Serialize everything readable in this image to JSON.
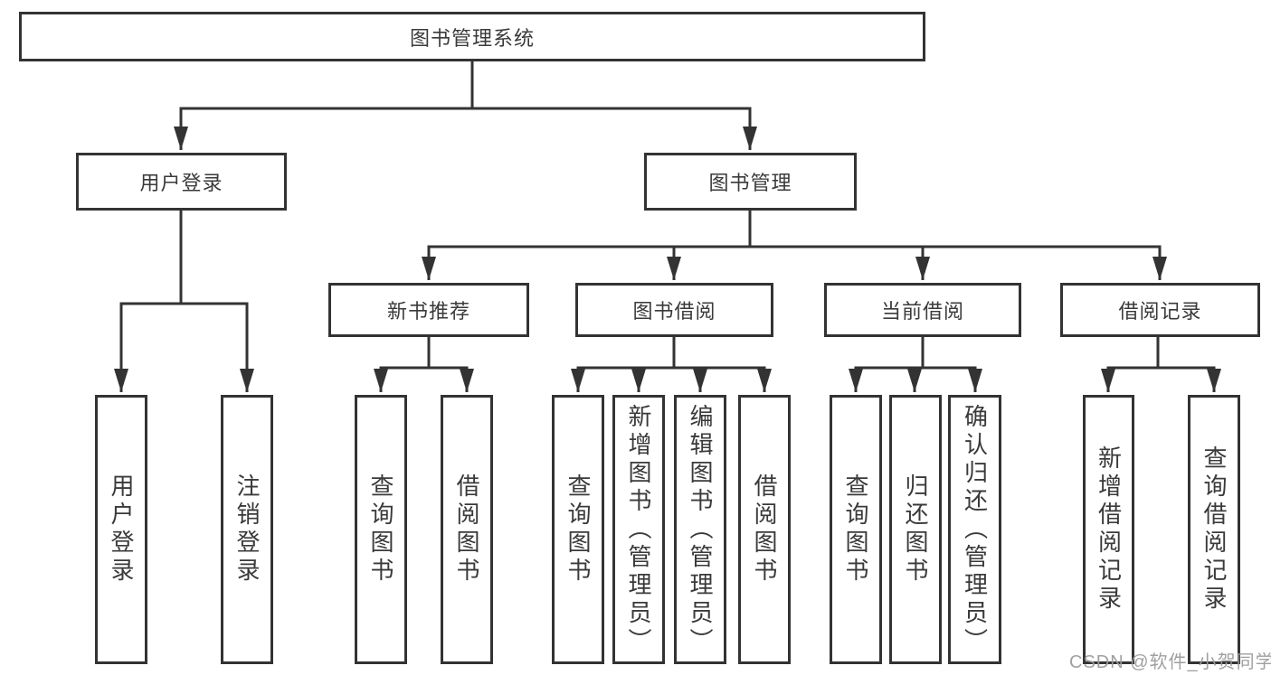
{
  "colors": {
    "line": "#333333",
    "text": "#3a3a3a",
    "box_background": "#ffffff",
    "watermark": "#9b9b9b"
  },
  "diagram": {
    "root": {
      "label": "图书管理系统"
    },
    "groups": [
      {
        "label": "用户登录",
        "children": [
          {
            "label": "用户登录"
          },
          {
            "label": "注销登录"
          }
        ]
      },
      {
        "label": "图书管理",
        "subgroups": [
          {
            "label": "新书推荐",
            "children": [
              {
                "label": "查询图书"
              },
              {
                "label": "借阅图书"
              }
            ]
          },
          {
            "label": "图书借阅",
            "children": [
              {
                "label": "查询图书"
              },
              {
                "label": "新增图书（管理员）"
              },
              {
                "label": "编辑图书（管理员）"
              },
              {
                "label": "借阅图书"
              }
            ]
          },
          {
            "label": "当前借阅",
            "children": [
              {
                "label": "查询图书"
              },
              {
                "label": "归还图书"
              },
              {
                "label": "确认归还（管理员）"
              }
            ]
          },
          {
            "label": "借阅记录",
            "children": [
              {
                "label": "新增借阅记录"
              },
              {
                "label": "查询借阅记录"
              }
            ]
          }
        ]
      }
    ]
  },
  "watermark": {
    "text": "CSDN @软件_小贺同学"
  }
}
